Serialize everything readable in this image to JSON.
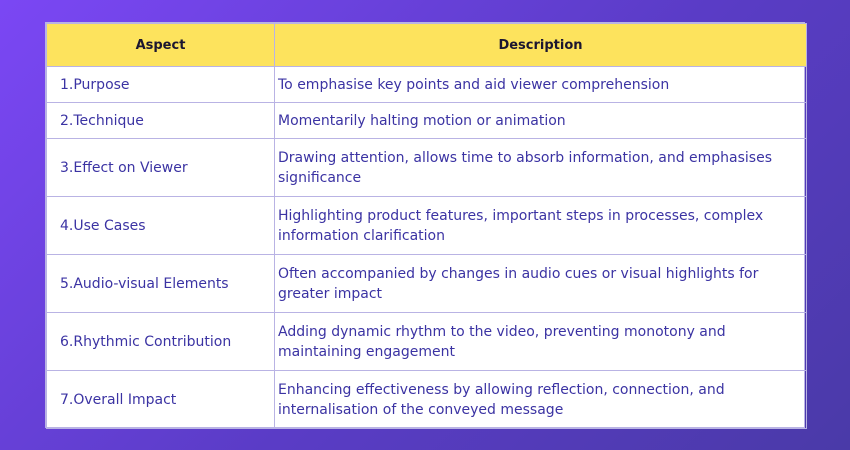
{
  "table": {
    "headers": [
      "Aspect",
      "Description"
    ],
    "rows": [
      {
        "aspect": " 1.Purpose",
        "description": "To emphasise key points and aid viewer comprehension"
      },
      {
        "aspect": "2.Technique",
        "description": "Momentarily halting motion or animation"
      },
      {
        "aspect": "3.Effect on Viewer",
        "description": "Drawing attention, allows time to absorb information, and emphasises significance"
      },
      {
        "aspect": "4.Use Cases",
        "description": "Highlighting product features, important steps in processes, complex information clarification"
      },
      {
        "aspect": "5.Audio-visual Elements",
        "description": "Often accompanied by changes in audio cues or visual highlights for greater impact"
      },
      {
        "aspect": "6.Rhythmic Contribution",
        "description": "Adding dynamic rhythm to the video, preventing monotony and maintaining engagement"
      },
      {
        "aspect": "7.Overall Impact",
        "description": "Enhancing effectiveness by allowing reflection, connection, and internalisation of the conveyed message"
      }
    ]
  },
  "colors": {
    "header_bg": "#fde35d",
    "text": "#3b33a3",
    "border": "#b9b3e4",
    "background_start": "#7b47f4",
    "background_end": "#4a3aa8"
  }
}
